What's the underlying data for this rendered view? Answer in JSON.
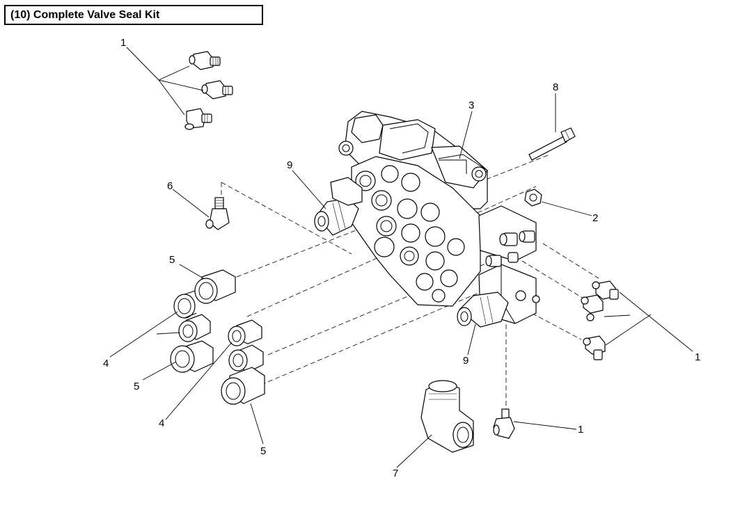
{
  "title": "(10) Complete Valve Seal Kit",
  "callouts": [
    {
      "id": "c1a",
      "text": "1"
    },
    {
      "id": "c1b",
      "text": "1"
    },
    {
      "id": "c1c",
      "text": "1"
    },
    {
      "id": "c2",
      "text": "2"
    },
    {
      "id": "c3",
      "text": "3"
    },
    {
      "id": "c4a",
      "text": "4"
    },
    {
      "id": "c4b",
      "text": "4"
    },
    {
      "id": "c5a",
      "text": "5"
    },
    {
      "id": "c5b",
      "text": "5"
    },
    {
      "id": "c5c",
      "text": "5"
    },
    {
      "id": "c6",
      "text": "6"
    },
    {
      "id": "c7",
      "text": "7"
    },
    {
      "id": "c8",
      "text": "8"
    },
    {
      "id": "c9a",
      "text": "9"
    },
    {
      "id": "c9b",
      "text": "9"
    }
  ]
}
